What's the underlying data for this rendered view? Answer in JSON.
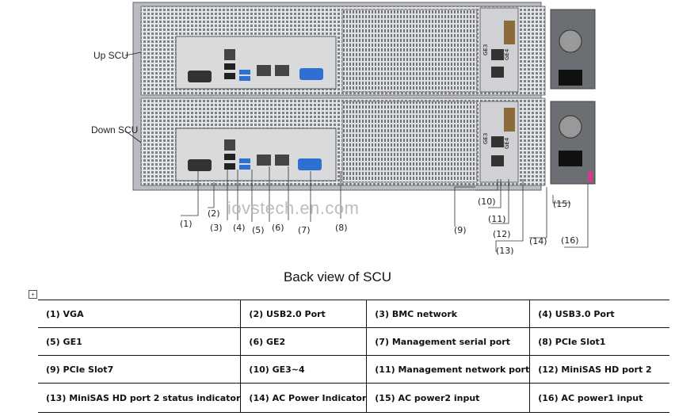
{
  "figure": {
    "side_labels": [
      "Up SCU",
      "Down SCU"
    ],
    "watermark": "iovstech.en.com",
    "callouts": [
      "(1)",
      "(2)",
      "(3)",
      "(4)",
      "(5)",
      "(6)",
      "(7)",
      "(8)",
      "(9)",
      "(10)",
      "(11)",
      "(12)",
      "(13)",
      "(14)",
      "(15)",
      "(16)"
    ],
    "port_labels": [
      "GE3",
      "GE4",
      "GE3",
      "GE4"
    ]
  },
  "caption": "Back view of SCU",
  "table": {
    "rows": [
      [
        "(1)  VGA",
        "(2)  USB2.0 Port",
        "(3)    BMC network",
        "(4)    USB3.0 Port"
      ],
      [
        "(5)  GE1",
        "(6)     GE2",
        "(7)     Management serial port",
        "(8)    PCIe Slot1"
      ],
      [
        "(9)  PCIe Slot7",
        "(10)  GE3~4",
        "(11) Management network port",
        "(12)     MiniSAS HD port 2"
      ],
      [
        "(13)  MiniSAS HD port 2 status indicator",
        "(14)  AC Power Indicator",
        "(15)     AC power2 input",
        "(16)  AC power1 input"
      ]
    ]
  },
  "colors": {
    "chassis": "#b9bcc0",
    "panel": "#d9dadc",
    "port_blue": "#2f6fd1",
    "grid": "#7d8185"
  }
}
